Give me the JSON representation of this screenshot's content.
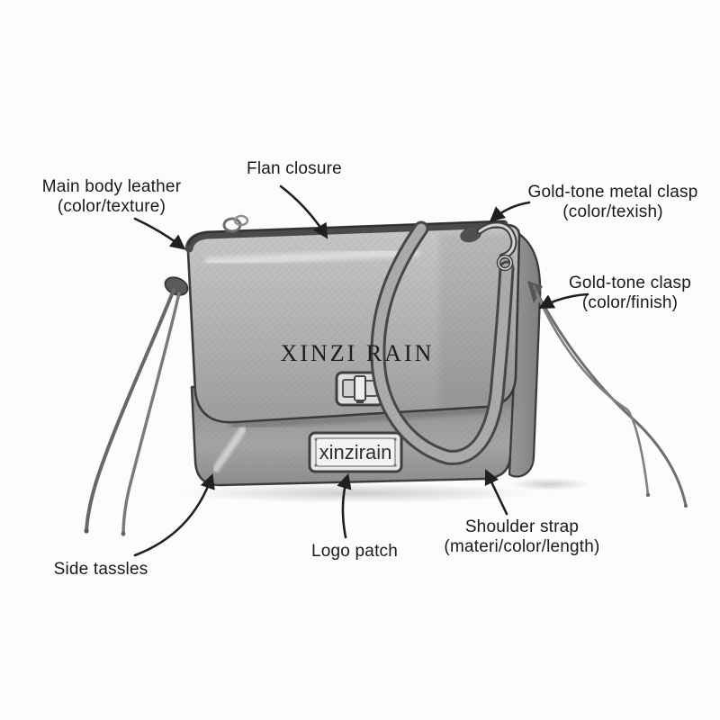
{
  "scene": {
    "background_color": "#fcfcfc",
    "outline_color": "#3c3c3c",
    "label_text_color": "#1a1a1a",
    "bag_leather_color": "#b2b2b2",
    "hardware_color": "#d5d5d5",
    "style": "pencil sketch product annotation diagram of a flap crossbody bag"
  },
  "bag": {
    "brand_flap_text": "XINZI RAIN",
    "logo_patch_text": "xinzirain"
  },
  "annotations": {
    "main_body": {
      "line1": "Main body leather",
      "line2": "(color/texture)"
    },
    "flap_closure": {
      "line1": "Flan closure"
    },
    "metal_clasp": {
      "line1": "Gold-tone metal clasp",
      "line2": "(color/texish)"
    },
    "gold_clasp": {
      "line1": "Gold-tone clasp",
      "line2": "(color/finish)"
    },
    "side_tassels": {
      "line1": "Side tassles"
    },
    "logo_patch": {
      "line1": "Logo patch"
    },
    "shoulder_strap": {
      "line1": "Shoulder strap",
      "line2": "(materi/color/length)"
    }
  }
}
